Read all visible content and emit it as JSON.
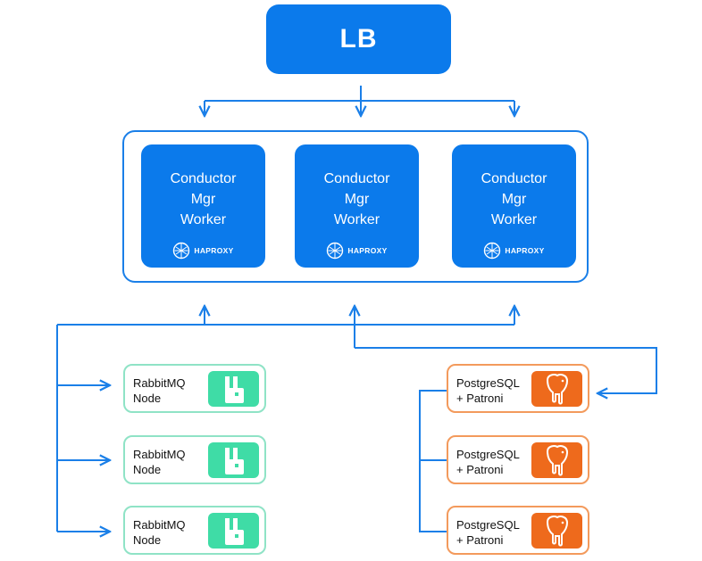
{
  "load_balancer": {
    "label": "LB"
  },
  "conductor_nodes": [
    {
      "lines": [
        "Conductor",
        "Mgr",
        "Worker"
      ],
      "badge": "HAPROXY"
    },
    {
      "lines": [
        "Conductor",
        "Mgr",
        "Worker"
      ],
      "badge": "HAPROXY"
    },
    {
      "lines": [
        "Conductor",
        "Mgr",
        "Worker"
      ],
      "badge": "HAPROXY"
    }
  ],
  "rabbitmq_nodes": [
    {
      "lines": [
        "RabbitMQ",
        "Node"
      ],
      "icon": "rabbitmq-icon"
    },
    {
      "lines": [
        "RabbitMQ",
        "Node"
      ],
      "icon": "rabbitmq-icon"
    },
    {
      "lines": [
        "RabbitMQ",
        "Node"
      ],
      "icon": "rabbitmq-icon"
    }
  ],
  "postgres_nodes": [
    {
      "lines": [
        "PostgreSQL",
        "+ Patroni"
      ],
      "icon": "postgresql-elephant-icon"
    },
    {
      "lines": [
        "PostgreSQL",
        "+ Patroni"
      ],
      "icon": "postgresql-elephant-icon"
    },
    {
      "lines": [
        "PostgreSQL",
        "+ Patroni"
      ],
      "icon": "postgresql-elephant-icon"
    }
  ],
  "colors": {
    "primary_blue": "#0b7aeb",
    "connector_blue": "#1a7fe8",
    "rabbitmq_border": "#8fe3c6",
    "rabbitmq_fill": "#3fdca6",
    "postgres_border": "#f39a5c",
    "postgres_fill": "#ee6a1c"
  }
}
